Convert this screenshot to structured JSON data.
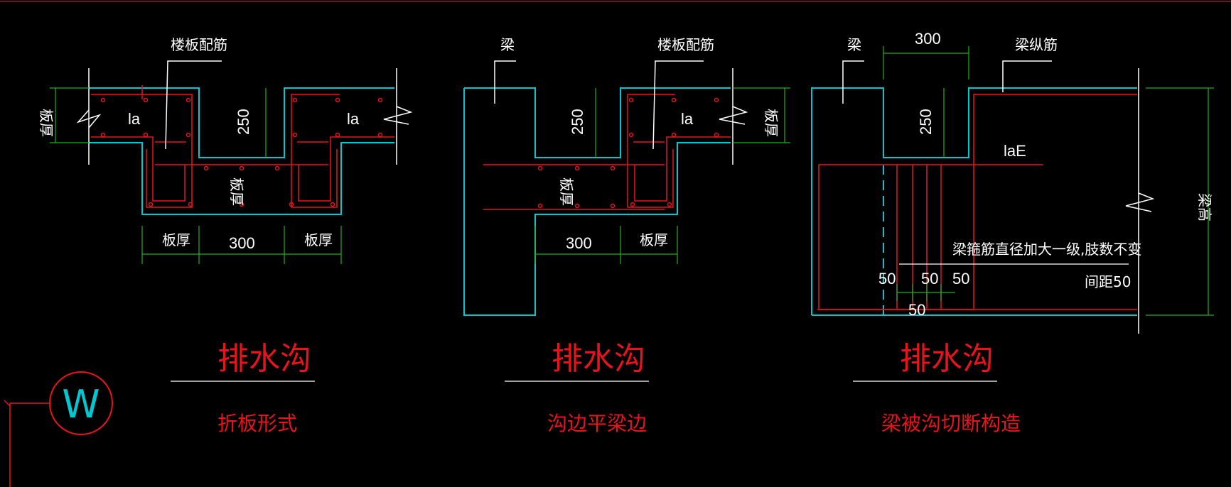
{
  "colors": {
    "background": "#000000",
    "concrete_outline": "#00c8d2",
    "rebar": "#e8141d",
    "dimension": "#1fb01f",
    "text": "#ffffff",
    "leader": "#ffffff"
  },
  "details": [
    {
      "title": "排水沟",
      "subtitle": "折板形式",
      "labels": {
        "slab_rebar": "楼板配筋",
        "anchor_left": "la",
        "anchor_right": "la",
        "slab_thickness_side": "板厚",
        "slab_thickness_bottom": "板厚",
        "dim_depth": "250",
        "dim_width": "300",
        "dim_left": "板厚",
        "dim_right": "板厚"
      }
    },
    {
      "title": "排水沟",
      "subtitle": "沟边平梁边",
      "labels": {
        "beam": "梁",
        "slab_rebar": "楼板配筋",
        "anchor": "la",
        "slab_thickness_side": "板厚",
        "slab_thickness_bottom": "板厚",
        "dim_depth": "250",
        "dim_width": "300",
        "dim_right": "板厚"
      }
    },
    {
      "title": "排水沟",
      "subtitle": "梁被沟切断构造",
      "labels": {
        "beam": "梁",
        "beam_long_rebar": "梁纵筋",
        "dim_top": "300",
        "dim_depth": "250",
        "anchor": "laE",
        "stirrup_note": "梁箍筋直径加大一级,肢数不变",
        "spacing_note": "间距50",
        "beam_height": "梁高",
        "d1": "50",
        "d2": "50",
        "d3": "50",
        "d4": "50"
      }
    }
  ],
  "compass": {
    "letter": "W"
  }
}
